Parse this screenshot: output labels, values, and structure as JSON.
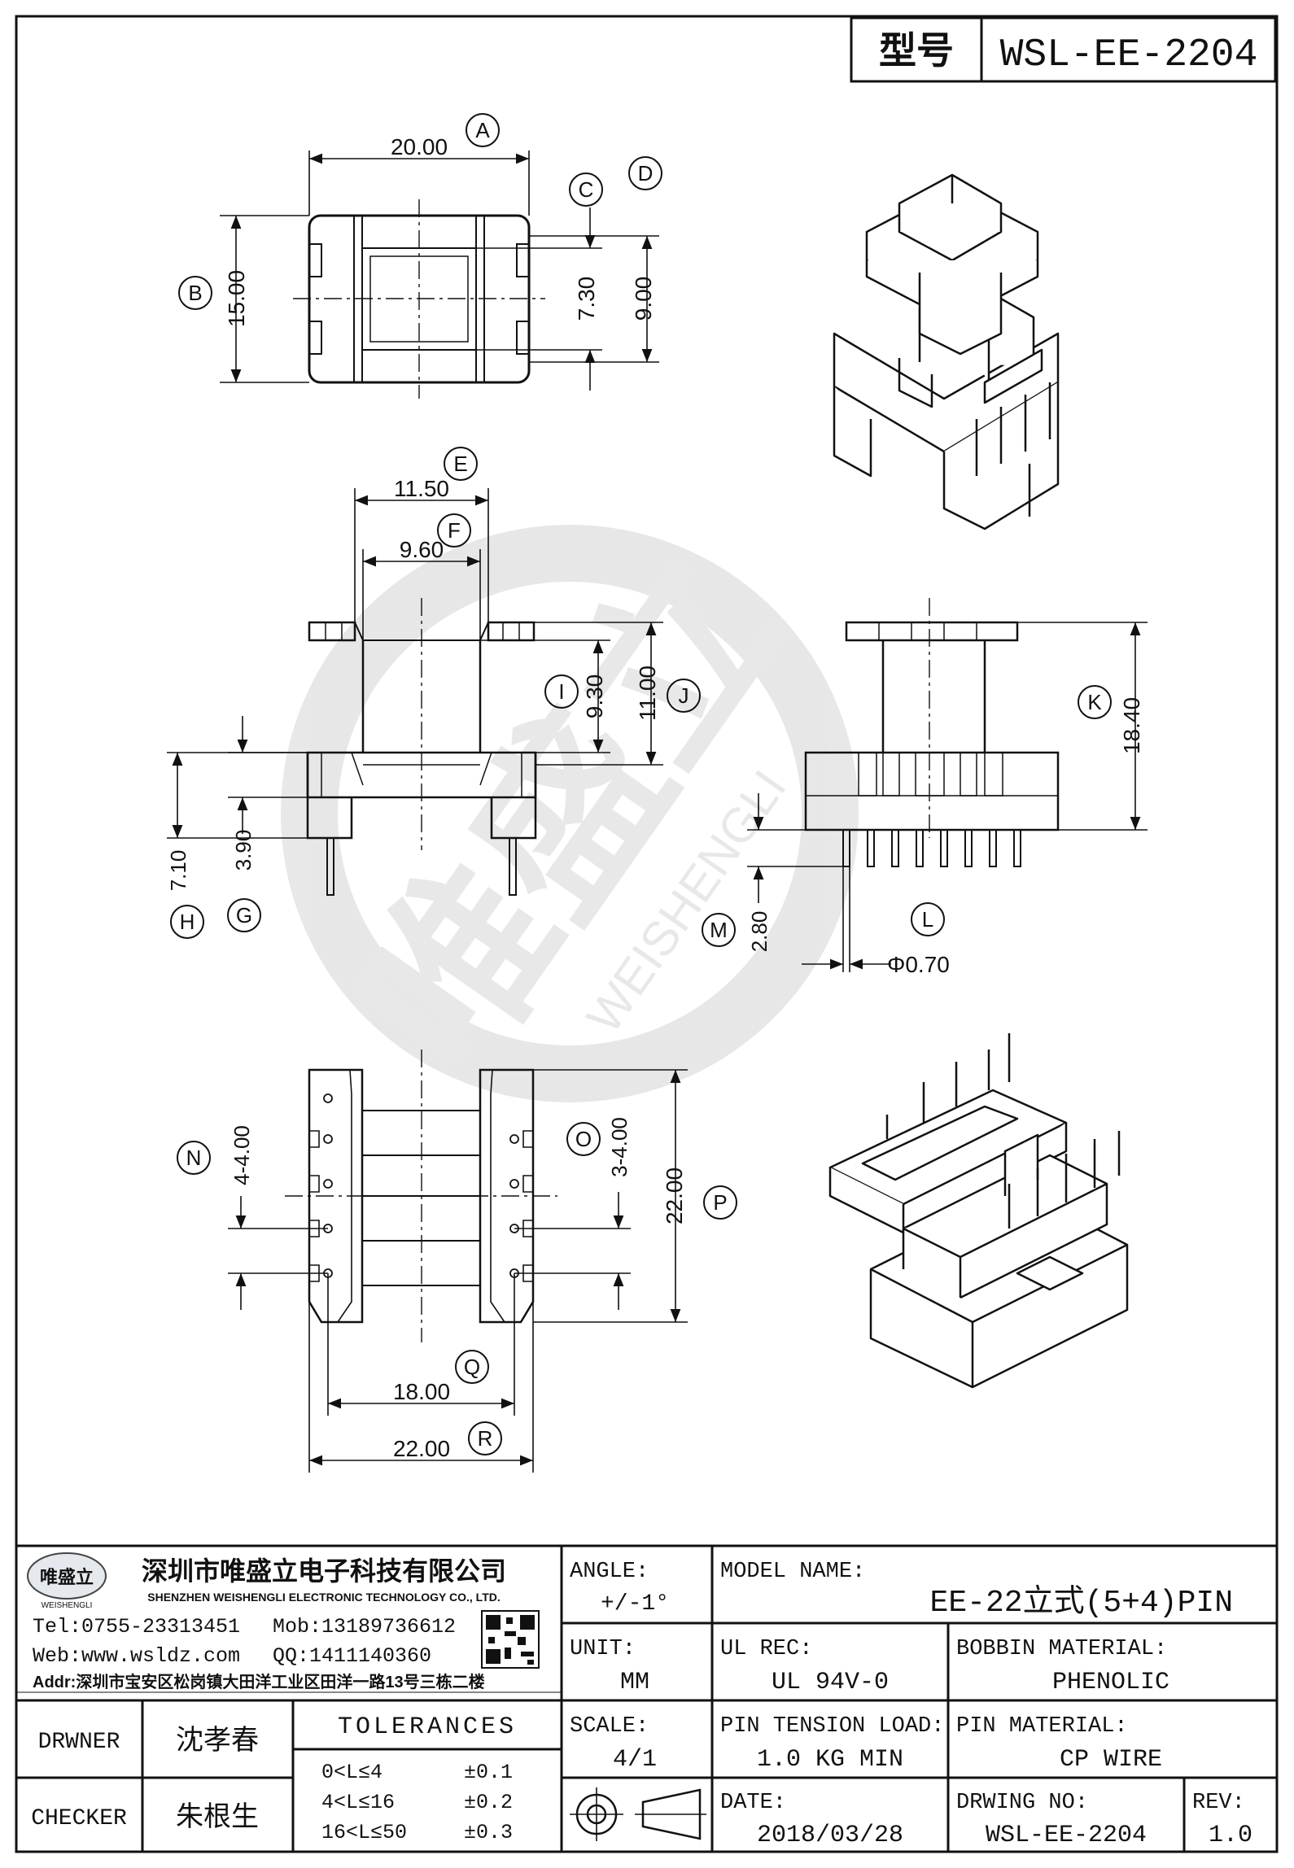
{
  "header": {
    "model_label": "型号",
    "model_no": "WSL-EE-2204"
  },
  "dimensions": {
    "A": "20.00",
    "B": "15.00",
    "C": "7.30",
    "D": "9.00",
    "E": "11.50",
    "F": "9.60",
    "G": "3.90",
    "H": "7.10",
    "I": "9.30",
    "J": "11.00",
    "K": "18.40",
    "L": "Φ0.70",
    "M": "2.80",
    "N": "4-4.00",
    "O": "3-4.00",
    "P": "22.00",
    "Q": "18.00",
    "R": "22.00"
  },
  "dimension_letters": [
    "A",
    "B",
    "C",
    "D",
    "E",
    "F",
    "G",
    "H",
    "I",
    "J",
    "K",
    "L",
    "M",
    "N",
    "O",
    "P",
    "Q",
    "R"
  ],
  "watermark": {
    "brand": "唯盛立",
    "pinyin": "WEISHENGLI"
  },
  "company": {
    "logo_text": "唯盛立",
    "logo_sub": "WEISHENGLI",
    "name_cn": "深圳市唯盛立电子科技有限公司",
    "name_en": "SHENZHEN WEISHENGLI ELECTRONIC TECHNOLOGY CO., LTD.",
    "tel": "Tel:0755-23313451",
    "mob": "Mob:13189736612",
    "web": "Web:www.wsldz.com",
    "qq": "QQ:1411140360",
    "addr": "Addr:深圳市宝安区松岗镇大田洋工业区田洋一路13号三栋二楼"
  },
  "title_block": {
    "angle_label": "ANGLE:",
    "angle_value": "+/-1°",
    "model_name_label": "MODEL NAME:",
    "model_name_value": "EE-22立式(5+4)PIN",
    "unit_label": "UNIT:",
    "unit_value": "MM",
    "ul_rec_label": "UL REC:",
    "ul_rec_value": "UL 94V-0",
    "bobbin_material_label": "BOBBIN MATERIAL:",
    "bobbin_material_value": "PHENOLIC",
    "drawer_label": "DRWNER",
    "drawer_value": "沈孝春",
    "checker_label": "CHECKER",
    "checker_value": "朱根生",
    "tolerances_label": "TOLERANCES",
    "tol_rows": [
      {
        "range": "0<L≤4",
        "tol": "±0.1"
      },
      {
        "range": "4<L≤16",
        "tol": "±0.2"
      },
      {
        "range": "16<L≤50",
        "tol": "±0.3"
      }
    ],
    "scale_label": "SCALE:",
    "scale_value": "4/1",
    "pin_tension_label": "PIN TENSION LOAD:",
    "pin_tension_value": "1.0 KG MIN",
    "pin_material_label": "PIN MATERIAL:",
    "pin_material_value": "CP WIRE",
    "date_label": "DATE:",
    "date_value": "2018/03/28",
    "drawing_no_label": "DRWING NO:",
    "drawing_no_value": "WSL-EE-2204",
    "rev_label": "REV:",
    "rev_value": "1.0"
  }
}
